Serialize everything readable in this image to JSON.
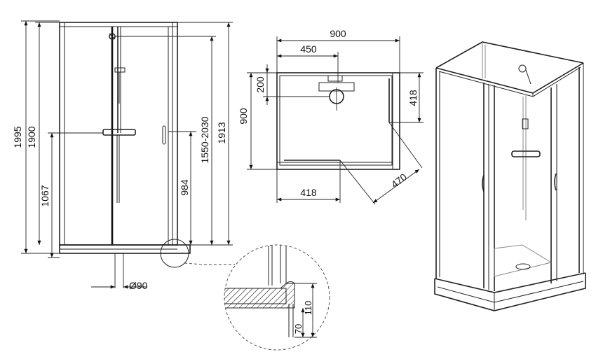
{
  "front_view": {
    "total_height": "1995",
    "panel_height": "1900",
    "mixer_height": "1067",
    "handle_height": "984",
    "shower_range": "1550-2030",
    "rail_height": "1913",
    "drain": "Ø90"
  },
  "top_view": {
    "width": "900",
    "half_width": "450",
    "depth": "900",
    "offset_200": "200",
    "right_418": "418",
    "bottom_418": "418",
    "door_470": "470"
  },
  "detail_view": {
    "h70": "70",
    "h110": "110"
  }
}
